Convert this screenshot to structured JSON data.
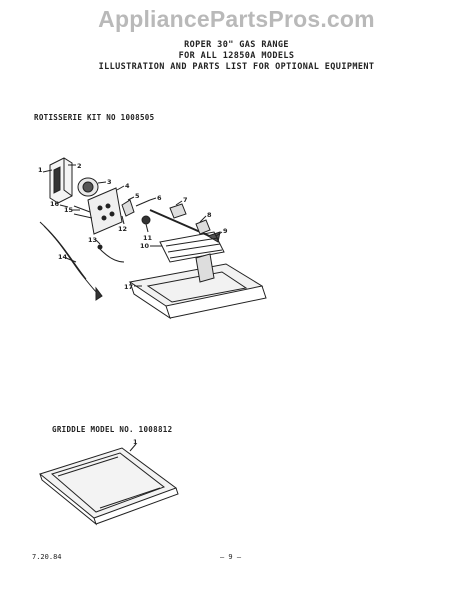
{
  "watermark": "AppliancePartsPros.com",
  "header": {
    "line1": "ROPER 30\" GAS RANGE",
    "line2": "FOR ALL 12850A MODELS",
    "line3": "ILLUSTRATION AND PARTS LIST FOR OPTIONAL EQUIPMENT"
  },
  "sections": {
    "rotisserie_title": "ROTISSERIE KIT NO 1008505",
    "griddle_title": "GRIDDLE MODEL NO. 1008812"
  },
  "callouts": {
    "rotisserie": [
      "1",
      "2",
      "3",
      "4",
      "5",
      "6",
      "7",
      "8",
      "9",
      "10",
      "11",
      "12",
      "13",
      "14",
      "15",
      "16",
      "17"
    ],
    "griddle": [
      "1"
    ]
  },
  "footer": {
    "date": "7.20.84",
    "page": "– 9 –"
  }
}
